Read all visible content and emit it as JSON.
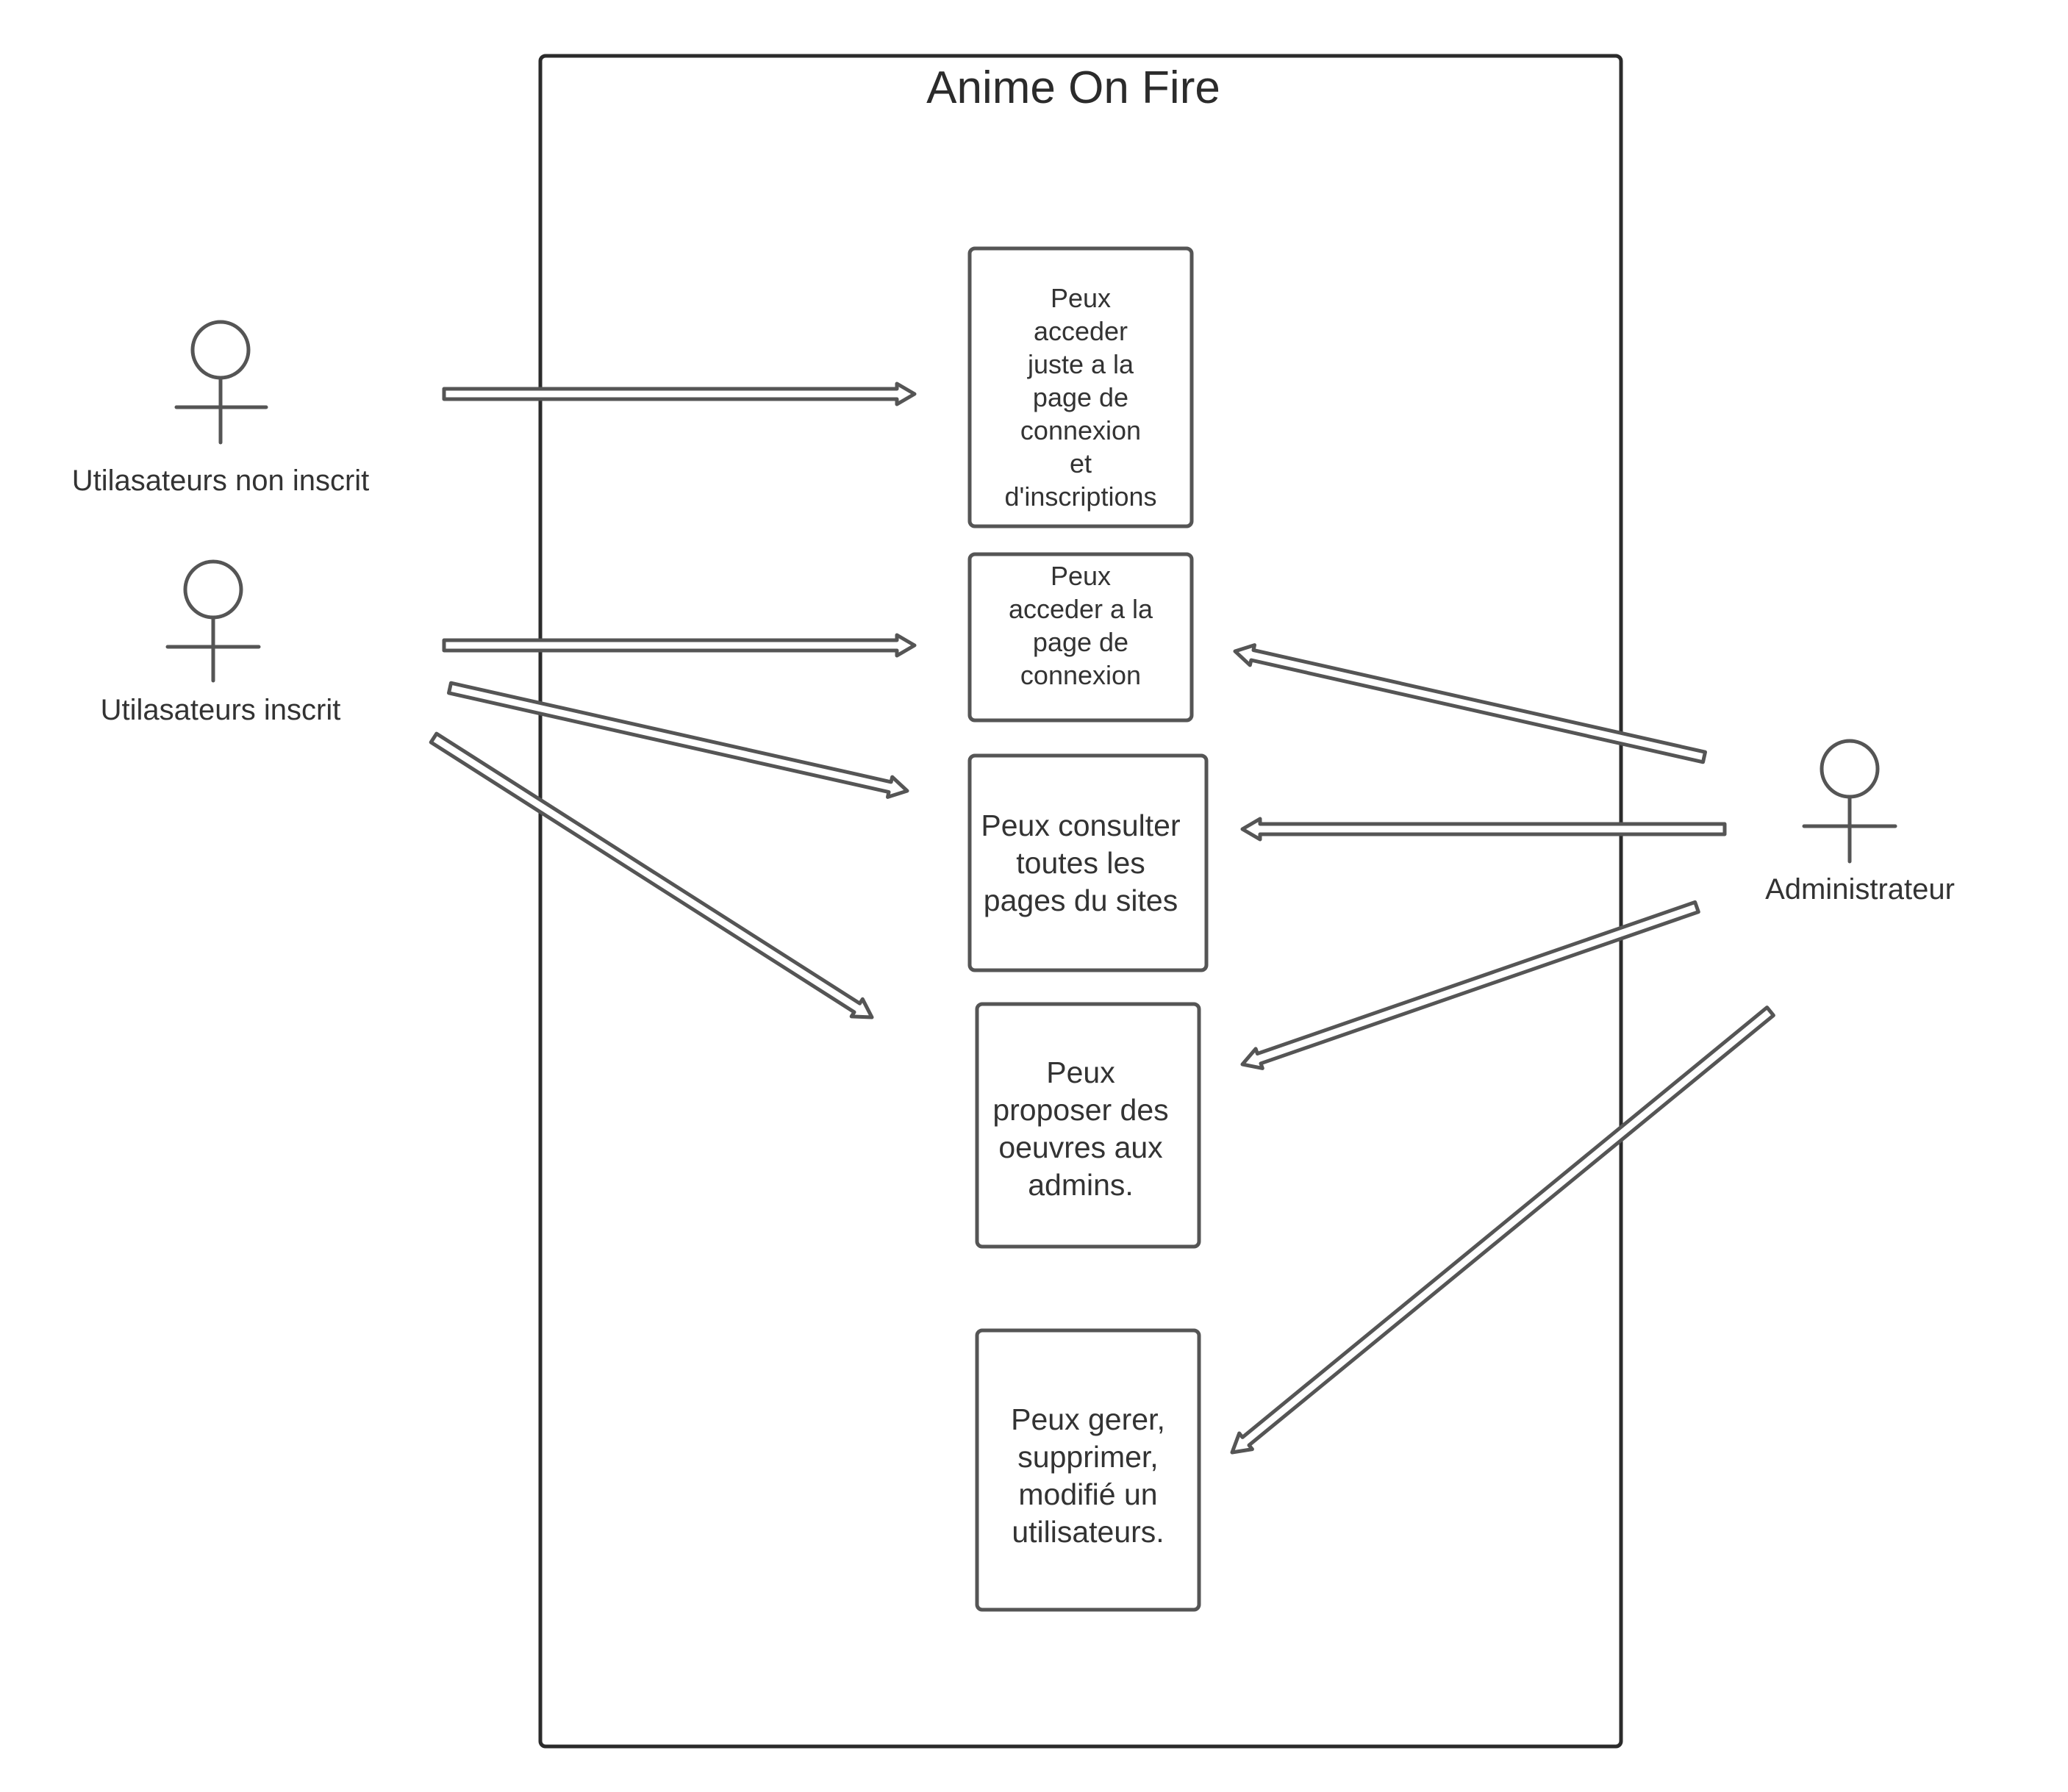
{
  "system": {
    "title": "Anime On Fire"
  },
  "actors": [
    {
      "id": "non-inscrit",
      "label": "Utilasateurs non inscrit"
    },
    {
      "id": "inscrit",
      "label": "Utilasateurs  inscrit"
    },
    {
      "id": "admin",
      "label": "Administrateur"
    }
  ],
  "use_cases": [
    {
      "id": "uc1",
      "lines": [
        "Peux",
        "acceder",
        "juste a la",
        "page de",
        "connexion",
        "et",
        "d'inscriptions"
      ]
    },
    {
      "id": "uc2",
      "lines": [
        "Peux",
        "acceder a la",
        "page de",
        "connexion"
      ]
    },
    {
      "id": "uc3",
      "lines": [
        "Peux consulter",
        "toutes les",
        "pages du sites"
      ]
    },
    {
      "id": "uc4",
      "lines": [
        "Peux",
        "proposer des",
        "oeuvres aux",
        "admins."
      ]
    },
    {
      "id": "uc5",
      "lines": [
        "Peux gerer,",
        "supprimer,",
        "modifié un",
        "utilisateurs."
      ]
    }
  ],
  "associations": [
    {
      "from": "non-inscrit",
      "to": "uc1"
    },
    {
      "from": "inscrit",
      "to": "uc2"
    },
    {
      "from": "inscrit",
      "to": "uc3"
    },
    {
      "from": "inscrit",
      "to": "uc4"
    },
    {
      "from": "admin",
      "to": "uc2"
    },
    {
      "from": "admin",
      "to": "uc3"
    },
    {
      "from": "admin",
      "to": "uc4"
    },
    {
      "from": "admin",
      "to": "uc5"
    }
  ],
  "colors": {
    "frame": "#2b2b2b",
    "stroke": "#555555",
    "text": "#333333",
    "background": "#ffffff"
  }
}
